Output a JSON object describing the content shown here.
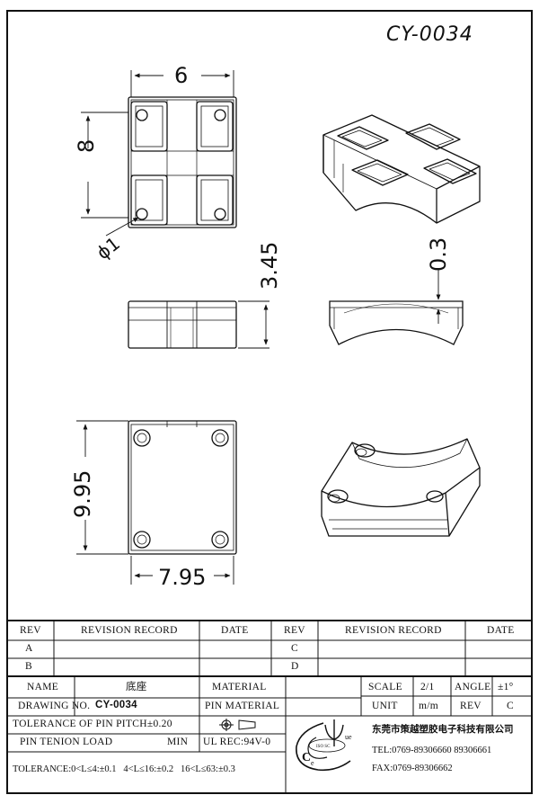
{
  "drawing_number": "CY-0034",
  "dimensions": {
    "top_width": "6",
    "top_height": "8",
    "hole_dia": "ϕ1",
    "side_height": "3.45",
    "side_offset": "0.3",
    "bottom_height": "9.95",
    "bottom_width": "7.95"
  },
  "revision_table": {
    "headers": [
      "REV",
      "REVISION RECORD",
      "DATE",
      "REV",
      "REVISION RECORD",
      "DATE"
    ],
    "rows_left": [
      "A",
      "B"
    ],
    "rows_right": [
      "C",
      "D"
    ]
  },
  "title_block": {
    "name_label": "NAME",
    "name_value": "底座",
    "material_label": "MATERIAL",
    "drawing_no_label": "DRAWING NO.",
    "drawing_no_value": "CY-0034",
    "pin_material_label": "PIN MATERIAL",
    "tolerance_pitch": "TOLERANCE OF PIN PITCH±0.20",
    "pin_tenion_label": "PIN TENION LOAD",
    "pin_tenion_unit": "MIN",
    "ul_rec": "UL REC:94V-0",
    "scale_label": "SCALE",
    "scale_value": "2/1",
    "angle_label": "ANGLE",
    "angle_value": "±1°",
    "unit_label": "UNIT",
    "unit_value": "m/m",
    "rev_label": "REV",
    "rev_value": "C",
    "tolerance_line": "TOLERANCE:0<L≤4:±0.1   4<L≤16:±0.2   16<L≤63:±0.3",
    "company_name": "东莞市策越塑胶电子科技有限公司",
    "tel": "TEL:0769-89306660 89306661",
    "fax": "FAX:0769-89306662"
  }
}
